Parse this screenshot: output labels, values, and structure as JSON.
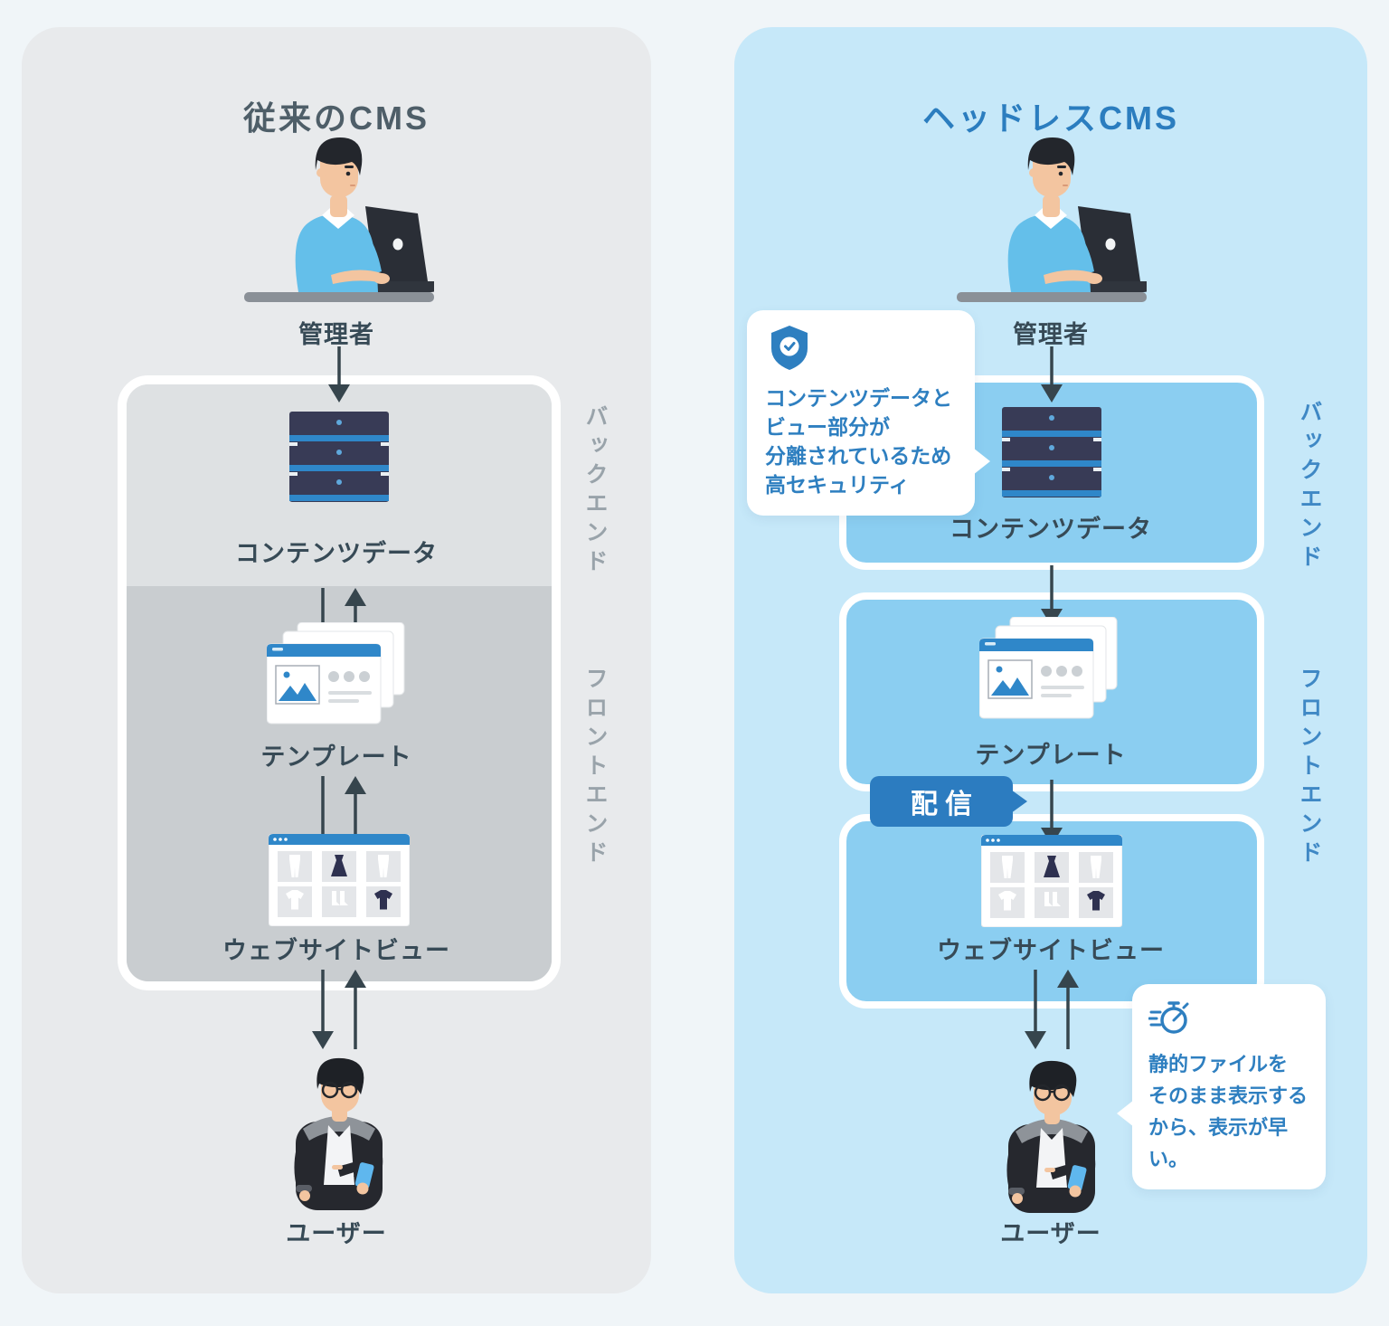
{
  "left_panel": {
    "title": "従来のCMS",
    "admin_label": "管理者",
    "content_data_label": "コンテンツデータ",
    "template_label": "テンプレート",
    "website_view_label": "ウェブサイトビュー",
    "user_label": "ユーザー",
    "backend_label": "バックエンド",
    "frontend_label": "フロントエンド"
  },
  "right_panel": {
    "title": "ヘッドレスCMS",
    "admin_label": "管理者",
    "content_data_label": "コンテンツデータ",
    "template_label": "テンプレート",
    "website_view_label": "ウェブサイトビュー",
    "user_label": "ユーザー",
    "backend_label": "バックエンド",
    "frontend_label": "フロントエンド",
    "delivery_badge_label": "配信",
    "security_bubble": {
      "icon": "shield-check-icon",
      "lines": [
        "コンテンツデータと",
        "ビュー部分が",
        "分離されているため",
        "高セキュリティ"
      ]
    },
    "speed_bubble": {
      "icon": "stopwatch-icon",
      "lines": [
        "静的ファイルを",
        "そのまま表示する",
        "から、表示が早い。"
      ]
    }
  },
  "colors": {
    "page_bg": "#F0F5F8",
    "left_panel_bg": "#E8EAEC",
    "left_box_top": "#DEE1E3",
    "left_box_bottom": "#C9CDD0",
    "right_panel_bg": "#C6E8F9",
    "right_box_bg": "#8BCEF1",
    "accent_blue": "#2B7DBF",
    "badge_blue": "#2C7CC0",
    "node_label_dark": "#374A56",
    "vertical_label_gray": "#99A3AA",
    "vertical_label_blue": "#3F88C5",
    "arrow_dark": "#36454D",
    "server_dark": "#383B56",
    "server_stripe_blue": "#2F87C9"
  }
}
